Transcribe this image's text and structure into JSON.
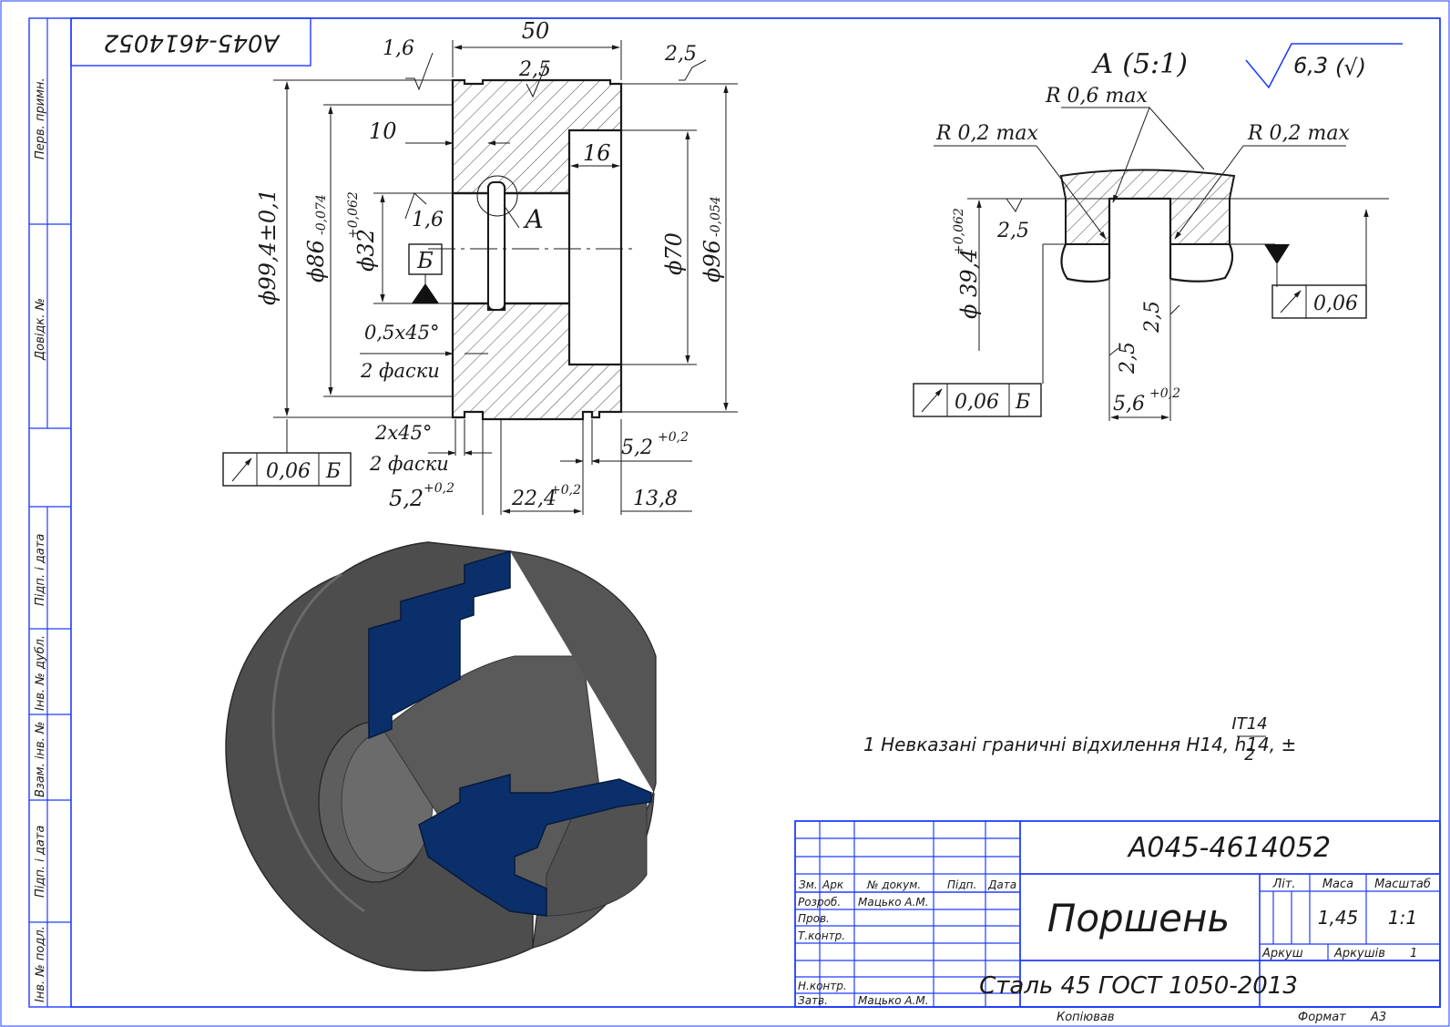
{
  "colors": {
    "frame_blue": "#1f3cff",
    "line_black": "#1a1a1a",
    "section_blue": "#0b2f6b",
    "model_gray": "#4a4a4a"
  },
  "side_stamps": [
    "Перв. примн.",
    "Довідк. №",
    "Підп. і дата",
    "Інв. № дубл.",
    "Взам. інв. №",
    "Підп. і дата",
    "Інв. № подл."
  ],
  "top_stamp": "А045-4614052",
  "main_view": {
    "dims": {
      "width_total": "50",
      "rough_top_left": "1,6",
      "rough_top_mid": "2,5",
      "rough_top_right": "2,5",
      "rough_bore": "1,6",
      "d10": "10",
      "d16": "16",
      "d994": "ϕ99,4±0,1",
      "d86": "ϕ86",
      "d86_tol": "-0,074",
      "d32": "ϕ32",
      "d32_tol": "+0,062",
      "d70": "ϕ70",
      "d96": "ϕ96",
      "d96_tol": "-0,054",
      "base_b": "Б",
      "detail_ref": "А",
      "chamfer1": "0,5x45°",
      "chamfer1_note": "2 фаски",
      "chamfer2": "2x45°",
      "chamfer2_note": "2 фаски",
      "w52_left": "5,2",
      "w52_left_tol": "+0,2",
      "w224": "22,4",
      "w224_tol": "+0,2",
      "w52_right": "5,2",
      "w52_right_tol": "+0,2",
      "w138": "13,8"
    },
    "tolerance_frame": {
      "value": "0,06",
      "base": "Б"
    }
  },
  "detail_view": {
    "title": "А (5:1)",
    "r06": "R 0,6 max",
    "r02_left": "R 0,2 max",
    "r02_right": "R 0,2 max",
    "rough_left": "2,5",
    "rough_inner1": "2,5",
    "rough_inner2": "2,5",
    "d394": "ϕ 39,4",
    "d394_tol": "+0,062",
    "w56": "5,6",
    "w56_tol": "+0,2",
    "tol_left": {
      "value": "0,06",
      "base": "Б"
    },
    "tol_right": {
      "value": "0,06"
    }
  },
  "roughness_note": {
    "value": "6,3",
    "suffix": "(√)"
  },
  "notes": {
    "note1": "1 Невказані граничні відхилення H14, h14, ±",
    "frac_num": "IT14",
    "frac_den": "2"
  },
  "title_block": {
    "designation": "А045-4614052",
    "part_name": "Поршень",
    "material": "Сталь 45 ГОСТ 1050-2013",
    "headers": {
      "zm": "Зм.",
      "ark": "Арк",
      "doc": "№ докум.",
      "sign": "Підп.",
      "date": "Дата"
    },
    "rows": {
      "developed": "Розроб.",
      "checked": "Пров.",
      "tcontrol": "Т.контр.",
      "ncontrol": "Н.контр.",
      "approved": "Затв."
    },
    "developer": "Мацько А.М.",
    "approver": "Мацько А.М.",
    "lit_label": "Літ.",
    "mass_label": "Маса",
    "scale_label": "Масштаб",
    "mass": "1,45",
    "scale": "1:1",
    "sheet_label": "Аркуш",
    "sheets_label": "Аркушів",
    "sheets": "1"
  },
  "footer": {
    "copied": "Копіював",
    "format_label": "Формат",
    "format": "А3"
  }
}
